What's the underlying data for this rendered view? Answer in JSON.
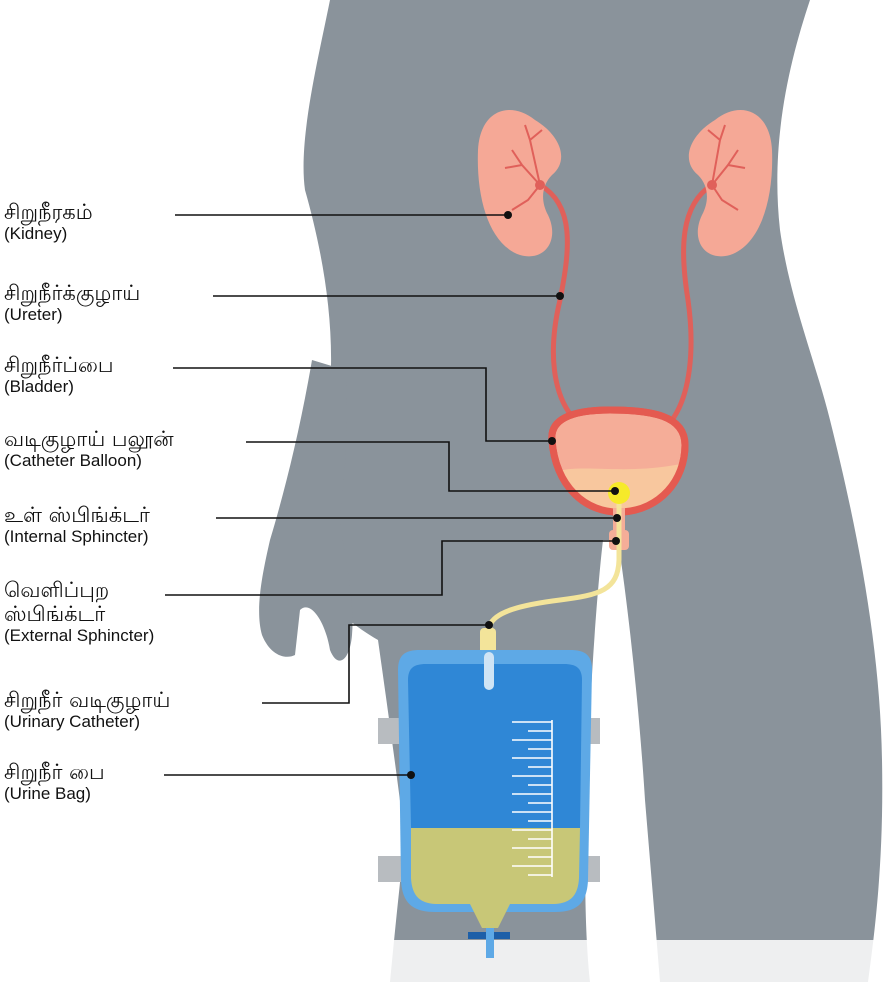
{
  "labels": {
    "kidney": {
      "ta": "சிறுநீரகம்",
      "en": "(Kidney)"
    },
    "ureter": {
      "ta": "சிறுநீர்க்குழாய்",
      "en": "(Ureter)"
    },
    "bladder": {
      "ta": "சிறுநீர்ப்பை",
      "en": "(Bladder)"
    },
    "balloon": {
      "ta": "வடிகுழாய் பலூன்",
      "en": "(Catheter Balloon)"
    },
    "internal": {
      "ta": "உள் ஸ்பிங்க்டர்",
      "en": "(Internal Sphincter)"
    },
    "external": {
      "ta1": "வெளிப்புற",
      "ta2": "ஸ்பிங்க்டர்",
      "en": "(External Sphincter)"
    },
    "catheter": {
      "ta": "சிறுநீர் வடிகுழாய்",
      "en": "(Urinary Catheter)"
    },
    "bag": {
      "ta": "சிறுநீர் பை",
      "en": "(Urine Bag)"
    }
  },
  "colors": {
    "body": "#8a939b",
    "kidney": "#f5a896",
    "ureter": "#e0605a",
    "bladder_wall": "#e45a50",
    "bladder_fill": "#f5ad98",
    "urine_in_bladder": "#f8c79e",
    "balloon": "#f6ea2a",
    "catheter_tube": "#f3e49a",
    "bag_frame": "#5ea9e6",
    "bag_fill": "#2f87d6",
    "bag_urine": "#c8c777",
    "strap": "#b8bcc0",
    "leader_line": "#111111"
  }
}
